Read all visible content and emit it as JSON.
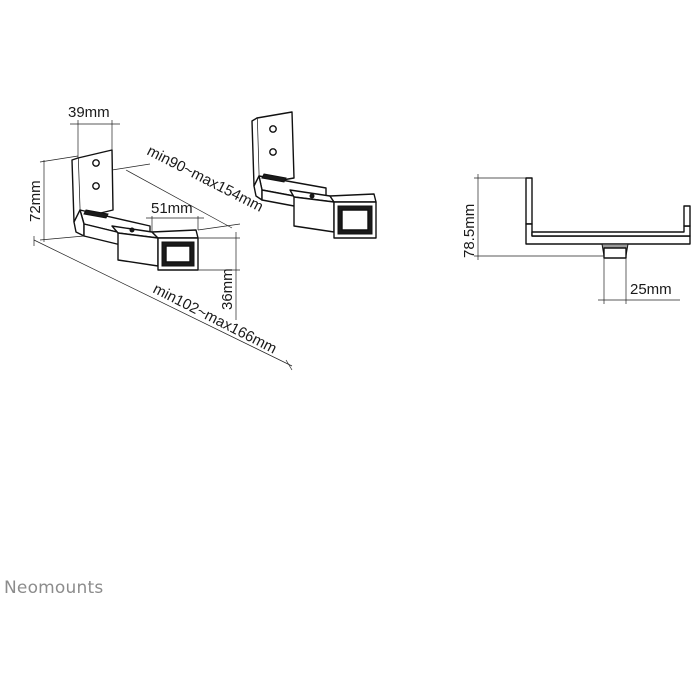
{
  "diagram": {
    "dimensions": {
      "width_39": "39mm",
      "height_72": "72mm",
      "length_90_154": "min90~max154mm",
      "width_51": "51mm",
      "height_36": "36mm",
      "length_102_166": "min102~max166mm",
      "height_78_5": "78.5mm",
      "depth_25": "25mm"
    }
  },
  "brand": {
    "name": "Neomounts"
  }
}
